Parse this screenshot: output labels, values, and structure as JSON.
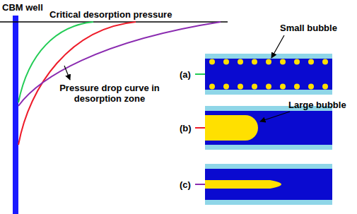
{
  "diagram": {
    "labels": [
      "CBM well",
      "Critical desorption pressure",
      "Pressure drop curve in desorption zone",
      "Small bubble",
      "Large bubble",
      "(a)",
      "(b)",
      "(c)"
    ]
  }
}
